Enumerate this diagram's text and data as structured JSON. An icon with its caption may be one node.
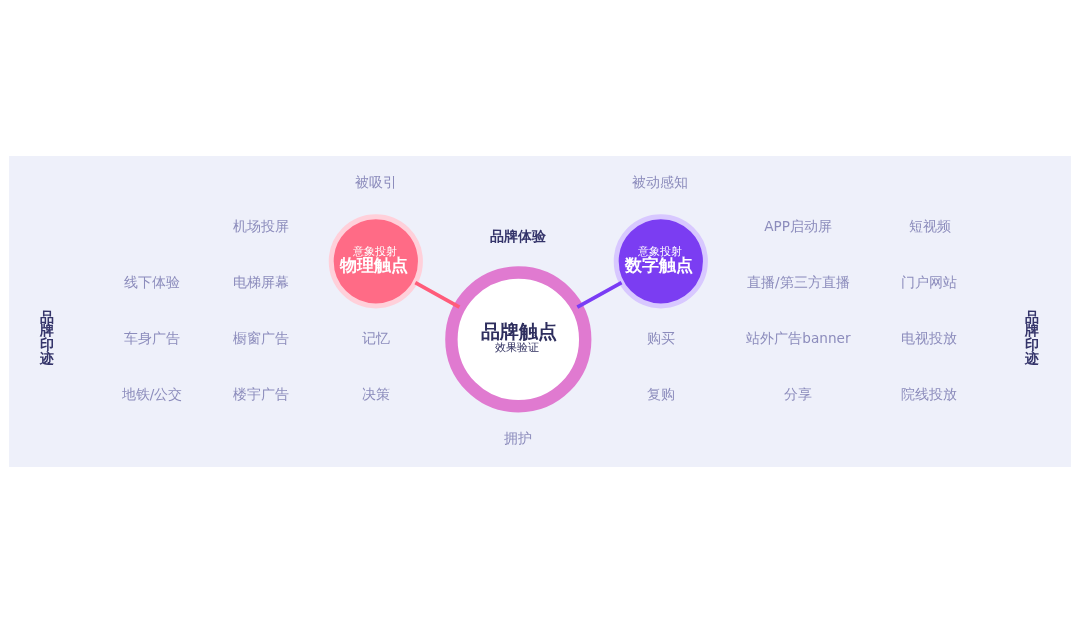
{
  "diagram": {
    "nodes": [
      {
        "text": [
          "意象投射",
          "物理触点"
        ]
      },
      {
        "text": [
          "品牌触点",
          "效果验证"
        ]
      },
      {
        "text": [
          "意象投射",
          "数字触点"
        ]
      }
    ],
    "edges": [
      {
        "from": 0,
        "to": 1,
        "arrow": "none",
        "color": "#ff5c7a"
      },
      {
        "from": 1,
        "to": 2,
        "arrow": "none",
        "color": "#7a3cf5"
      }
    ],
    "labels": [
      "被吸引",
      "品牌体验",
      "被动感知",
      "品牌印迹",
      "线下体验",
      "车身广告",
      "地铁/公交",
      "机场投屏",
      "电梯屏幕",
      "橱窗广告",
      "楼宇广告",
      "APP启动屏",
      "直播/第三方直播",
      "站外广告banner",
      "分享",
      "短视频",
      "门户网站",
      "电视投放",
      "院线投放",
      "品牌印迹",
      "记忆",
      "决策",
      "拥护",
      "购买",
      "复购"
    ]
  }
}
